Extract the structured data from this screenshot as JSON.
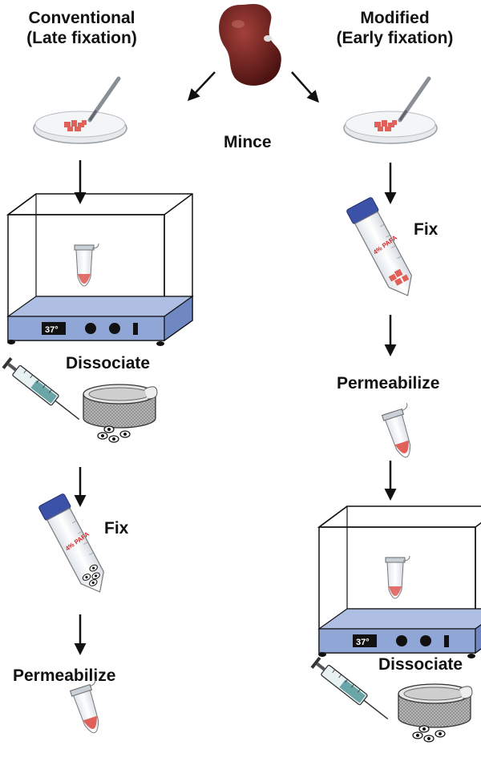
{
  "headers": {
    "left_title": "Conventional",
    "left_sub": "(Late fixation)",
    "right_title": "Modified",
    "right_sub": "(Early fixation)"
  },
  "steps": {
    "mince": "Mince",
    "left_dissociate": "Dissociate",
    "left_fix": "Fix",
    "left_permeabilize": "Permeabilize",
    "right_fix": "Fix",
    "right_permeabilize": "Permeabilize",
    "right_dissociate": "Dissociate"
  },
  "labels": {
    "tube_label": "4% PAFA",
    "temp_display": "37°"
  },
  "colors": {
    "kidney": "#6b1f1c",
    "tissue": "#e0605a",
    "tube_cap": "#3b52a8",
    "shaker_base": "#8fa6d6",
    "label_red": "#d12a2a"
  }
}
